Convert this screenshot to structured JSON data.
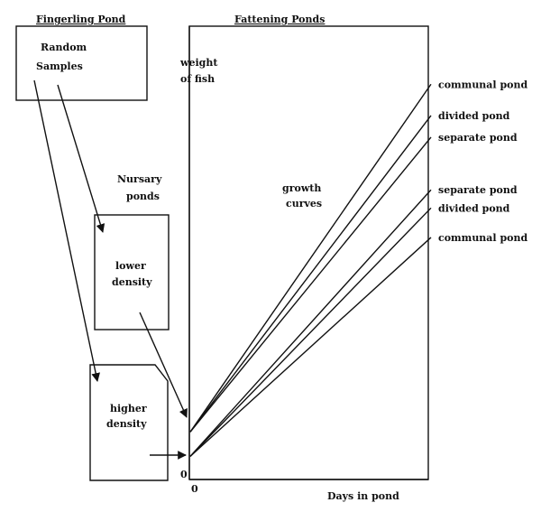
{
  "headers": {
    "fingerling": "Fingerling Pond",
    "fattening": "Fattening Ponds"
  },
  "fingerling_box": {
    "line1": "Random",
    "line2": "Samples"
  },
  "nursery": {
    "title_line1": "Nursary",
    "title_line2": "ponds",
    "lower_line1": "lower",
    "lower_line2": "density",
    "higher_line1": "higher",
    "higher_line2": "density"
  },
  "chart": {
    "ylabel_line1": "weight",
    "ylabel_line2": "of fish",
    "xlabel": "Days in pond",
    "x_zero": "0",
    "y_zero": "0",
    "annotation_line1": "growth",
    "annotation_line2": "curves"
  },
  "chart_data": {
    "type": "line",
    "title": "",
    "xlabel": "Days in pond",
    "ylabel": "weight of fish",
    "x_ticks": [
      "0"
    ],
    "y_ticks": [
      "0"
    ],
    "series": [
      {
        "name": "communal pond",
        "group": "lower density",
        "start": 0.105,
        "end": 0.872
      },
      {
        "name": "divided pond",
        "group": "lower density",
        "start": 0.105,
        "end": 0.803
      },
      {
        "name": "separate pond",
        "group": "lower density",
        "start": 0.105,
        "end": 0.755
      },
      {
        "name": "separate pond",
        "group": "higher density",
        "start": 0.051,
        "end": 0.639
      },
      {
        "name": "divided pond",
        "group": "higher density",
        "start": 0.051,
        "end": 0.599
      },
      {
        "name": "communal pond",
        "group": "higher density",
        "start": 0.051,
        "end": 0.534
      }
    ]
  }
}
